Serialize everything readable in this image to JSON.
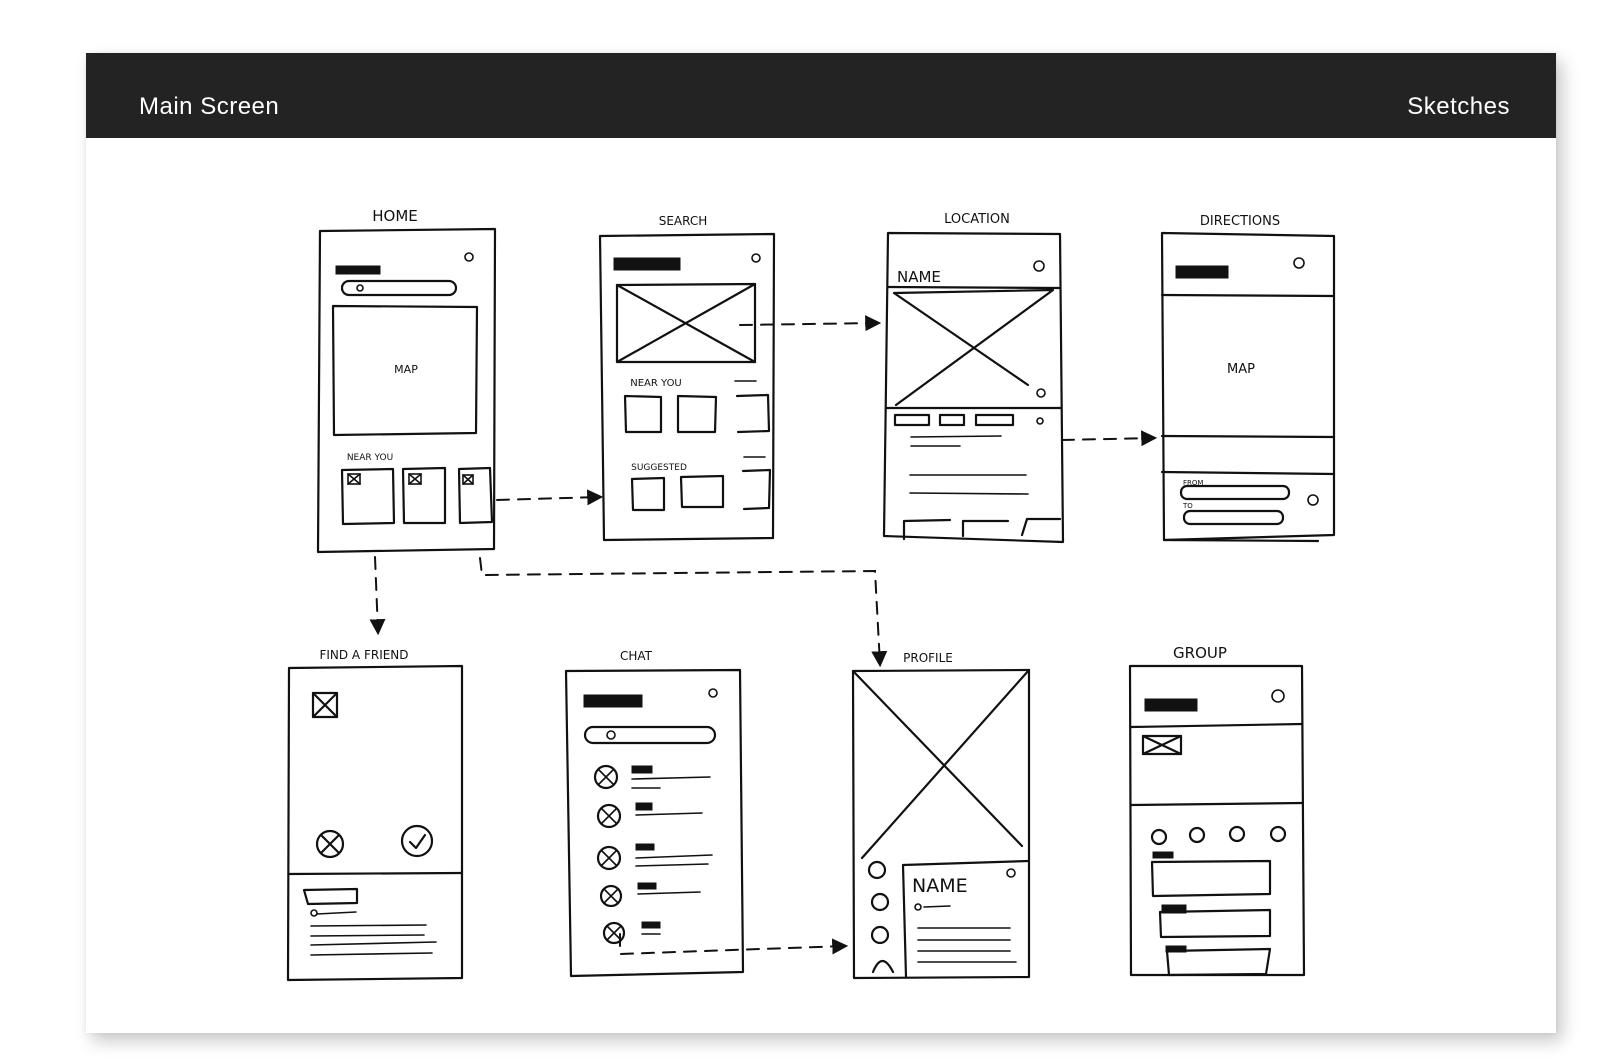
{
  "header": {
    "title": "Main Screen",
    "section": "Sketches"
  },
  "screens": {
    "home": {
      "label": "HOME",
      "map_label": "MAP",
      "near_label": "NEAR YOU"
    },
    "search": {
      "label": "SEARCH",
      "near_label": "NEAR YOU",
      "suggested_label": "SUGGESTED"
    },
    "location": {
      "label": "LOCATION",
      "name_label": "NAME"
    },
    "directions": {
      "label": "DIRECTIONS",
      "map_label": "MAP",
      "from_label": "FROM",
      "to_label": "TO"
    },
    "find_friend": {
      "label": "FIND A FRIEND"
    },
    "chat": {
      "label": "CHAT"
    },
    "profile": {
      "label": "PROFILE",
      "name_label": "NAME"
    },
    "group": {
      "label": "GROUP"
    }
  },
  "colors": {
    "header_bg": "#232323",
    "ink": "#111111",
    "paper": "#ffffff"
  }
}
